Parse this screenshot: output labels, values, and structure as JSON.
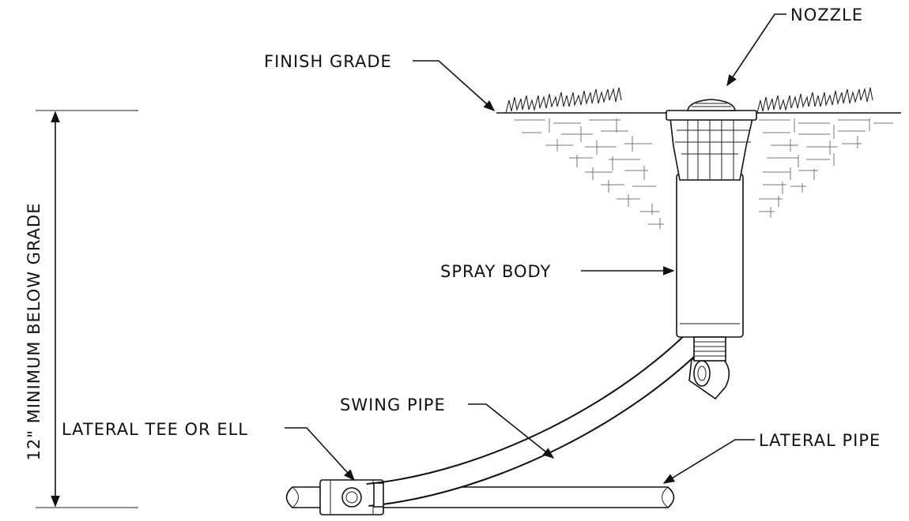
{
  "labels": {
    "nozzle": "NOZZLE",
    "finish_grade": "FINISH GRADE",
    "spray_body": "SPRAY BODY",
    "swing_pipe": "SWING PIPE",
    "lateral_tee": "LATERAL TEE OR ELL",
    "lateral_pipe": "LATERAL PIPE",
    "dimension": "12\" MINIMUM BELOW GRADE"
  }
}
